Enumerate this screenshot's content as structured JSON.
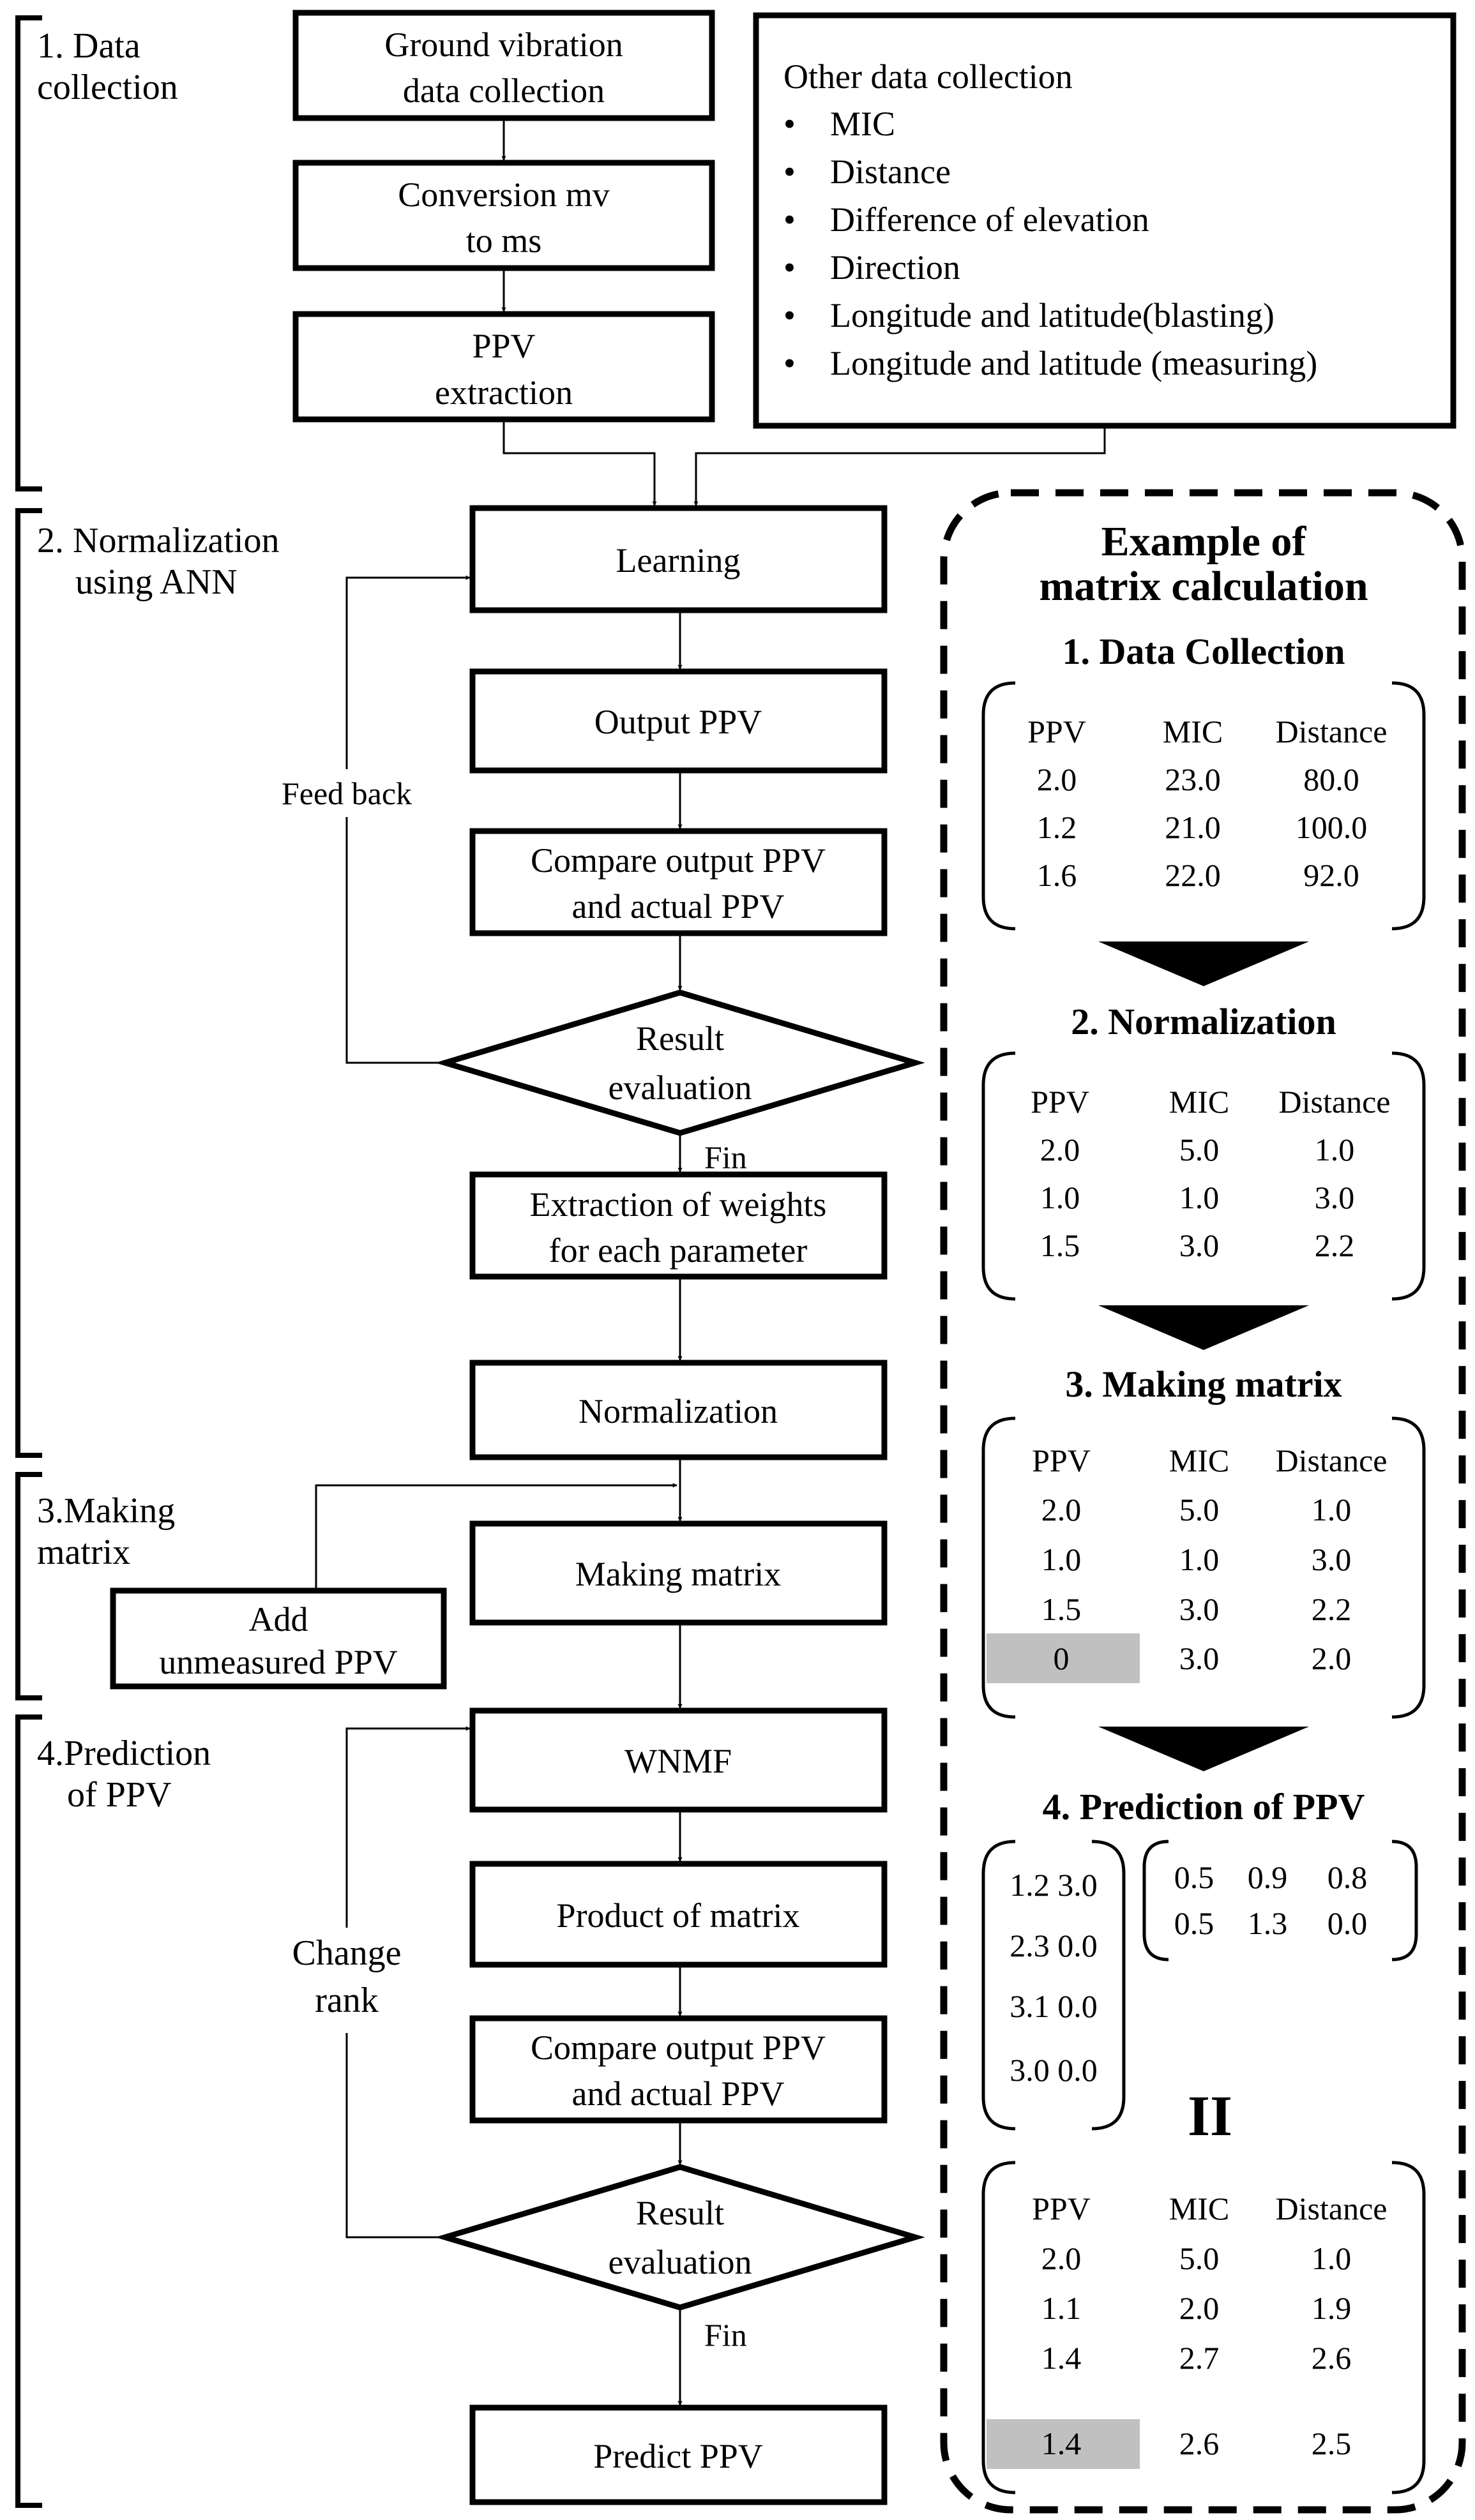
{
  "sections": [
    {
      "id": "sec1",
      "lines": [
        "1. Data",
        "collection"
      ]
    },
    {
      "id": "sec2",
      "lines": [
        "2. Normalization",
        "using ANN"
      ]
    },
    {
      "id": "sec3",
      "lines": [
        "3.Making",
        "matrix"
      ]
    },
    {
      "id": "sec4",
      "lines": [
        "4.Prediction",
        "of PPV"
      ]
    }
  ],
  "boxes": {
    "ground_vibration": [
      "Ground vibration",
      "data collection"
    ],
    "conversion": [
      "Conversion mv",
      "to ms"
    ],
    "ppv_extraction": [
      "PPV",
      "extraction"
    ],
    "learning": [
      "Learning"
    ],
    "output_ppv": [
      "Output PPV"
    ],
    "compare1": [
      "Compare output PPV",
      "and actual PPV"
    ],
    "extraction_weights": [
      "Extraction of weights",
      "for each parameter"
    ],
    "normalization": [
      "Normalization"
    ],
    "making_matrix": [
      "Making matrix"
    ],
    "add_unmeasured": [
      "Add",
      "unmeasured PPV"
    ],
    "wnmf": [
      "WNMF"
    ],
    "product_matrix": [
      "Product of matrix"
    ],
    "compare2": [
      "Compare output PPV",
      "and actual PPV"
    ],
    "predict_ppv": [
      "Predict PPV"
    ]
  },
  "diamonds": {
    "result_eval1": [
      "Result",
      "evaluation"
    ],
    "result_eval2": [
      "Result",
      "evaluation"
    ]
  },
  "other_data": {
    "title": "Other data collection",
    "items": [
      "MIC",
      "Distance",
      "Difference of elevation",
      "Direction",
      "Longitude and latitude(blasting)",
      "Longitude and latitude (measuring)"
    ]
  },
  "flow_labels": {
    "feed_back": "Feed back",
    "fin1": "Fin",
    "change_rank": [
      "Change",
      "rank"
    ],
    "fin2": "Fin"
  },
  "example": {
    "title": [
      "Example of",
      "matrix calculation"
    ],
    "step1": {
      "title": "1. Data Collection",
      "headers": [
        "PPV",
        "MIC",
        "Distance"
      ],
      "rows": [
        [
          "2.0",
          "23.0",
          "80.0"
        ],
        [
          "1.2",
          "21.0",
          "100.0"
        ],
        [
          "1.6",
          "22.0",
          "92.0"
        ]
      ]
    },
    "step2": {
      "title": "2. Normalization",
      "headers": [
        "PPV",
        "MIC",
        "Distance"
      ],
      "rows": [
        [
          "2.0",
          "5.0",
          "1.0"
        ],
        [
          "1.0",
          "1.0",
          "3.0"
        ],
        [
          "1.5",
          "3.0",
          "2.2"
        ]
      ]
    },
    "step3": {
      "title": "3. Making matrix",
      "headers": [
        "PPV",
        "MIC",
        "Distance"
      ],
      "rows": [
        [
          "2.0",
          "5.0",
          "1.0"
        ],
        [
          "1.0",
          "1.0",
          "3.0"
        ],
        [
          "1.5",
          "3.0",
          "2.2"
        ],
        [
          "0",
          "3.0",
          "2.0"
        ]
      ]
    },
    "step4": {
      "title": "4. Prediction of PPV",
      "left_rows": [
        "1.2 3.0",
        "2.3 0.0",
        "3.1 0.0",
        "3.0 0.0"
      ],
      "right_rows": [
        [
          "0.5",
          "0.9",
          "0.8"
        ],
        [
          "0.5",
          "1.3",
          "0.0"
        ]
      ],
      "equals": "II"
    },
    "result": {
      "headers": [
        "PPV",
        "MIC",
        "Distance"
      ],
      "rows": [
        [
          "2.0",
          "5.0",
          "1.0"
        ],
        [
          "1.1",
          "2.0",
          "1.9"
        ],
        [
          "1.4",
          "2.7",
          "2.6"
        ],
        [
          "1.4",
          "2.6",
          "2.5"
        ]
      ]
    }
  },
  "colors": {
    "line": "#000000",
    "highlight": "#c0c0c0",
    "background": "#ffffff"
  }
}
